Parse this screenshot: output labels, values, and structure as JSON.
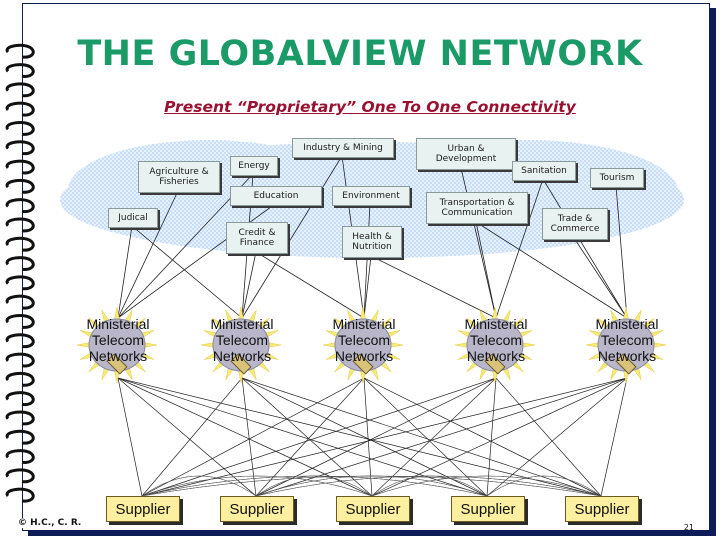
{
  "title": "THE GLOBALVIEW NETWORK",
  "subtitle": "Present “Proprietary” One To One Connectivity",
  "sectors": [
    {
      "id": "industry",
      "label": "Industry & Mining"
    },
    {
      "id": "urban",
      "label": "Urban & Development"
    },
    {
      "id": "agriculture",
      "label": "Agriculture & Fisheries"
    },
    {
      "id": "energy",
      "label": "Energy"
    },
    {
      "id": "sanitation",
      "label": "Sanitation"
    },
    {
      "id": "tourism",
      "label": "Tourism"
    },
    {
      "id": "education",
      "label": "Education"
    },
    {
      "id": "environment",
      "label": "Environment"
    },
    {
      "id": "transport",
      "label": "Transportation & Communication"
    },
    {
      "id": "judical",
      "label": "Judical"
    },
    {
      "id": "credit",
      "label": "Credit & Finance"
    },
    {
      "id": "health",
      "label": "Health & Nutrition"
    },
    {
      "id": "trade",
      "label": "Trade & Commerce"
    }
  ],
  "networks": [
    {
      "label": "Ministerial Telecom Networks"
    },
    {
      "label": "Ministerial Telecom Networks"
    },
    {
      "label": "Ministerial Telecom Networks"
    },
    {
      "label": "Ministerial Telecom Networks"
    },
    {
      "label": "Ministerial Telecom Networks"
    }
  ],
  "suppliers": [
    {
      "label": "Supplier"
    },
    {
      "label": "Supplier"
    },
    {
      "label": "Supplier"
    },
    {
      "label": "Supplier"
    },
    {
      "label": "Supplier"
    }
  ],
  "connections": {
    "sector_to_network": [
      [
        "agriculture",
        0
      ],
      [
        "judical",
        0
      ],
      [
        "energy",
        0
      ],
      [
        "education",
        0
      ],
      [
        "energy",
        1
      ],
      [
        "credit",
        1
      ],
      [
        "industry",
        1
      ],
      [
        "judical",
        1
      ],
      [
        "industry",
        2
      ],
      [
        "environment",
        2
      ],
      [
        "health",
        2
      ],
      [
        "credit",
        2
      ],
      [
        "urban",
        3
      ],
      [
        "transport",
        3
      ],
      [
        "health",
        3
      ],
      [
        "sanitation",
        3
      ],
      [
        "tourism",
        4
      ],
      [
        "trade",
        4
      ],
      [
        "sanitation",
        4
      ],
      [
        "transport",
        4
      ]
    ],
    "network_to_supplier": "all"
  },
  "footer": {
    "copyright": "© H.C., C. R.",
    "page": "21"
  },
  "colors": {
    "title": "#1a9a66",
    "subtitle": "#9a1030",
    "frame": "#0f1c5a",
    "supplier_fill": "#fcefa0",
    "sector_fill": "#e8f3f1"
  }
}
